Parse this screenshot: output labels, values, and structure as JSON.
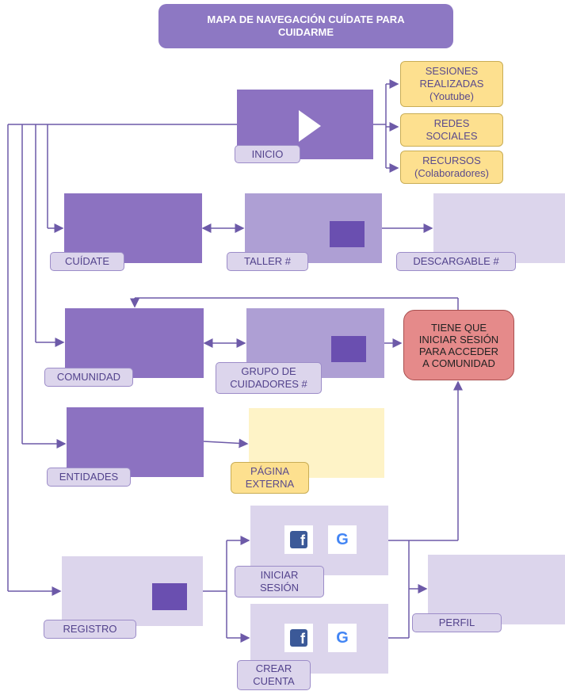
{
  "title": "MAPA DE NAVEGACIÓN CUÍDATE PARA CUIDARME",
  "nodes": {
    "inicio": "INICIO",
    "sesiones": "SESIONES\nREALIZADAS\n(Youtube)",
    "redes": "REDES\nSOCIALES",
    "recursos": "RECURSOS\n(Colaboradores)",
    "cuidate": "CUÍDATE",
    "taller": "TALLER #",
    "descargable": "DESCARGABLE #",
    "comunidad": "COMUNIDAD",
    "grupo": "GRUPO DE\nCUIDADORES #",
    "notice": "TIENE QUE\nINICIAR SESIÓN\nPARA ACCEDER\nA COMUNIDAD",
    "entidades": "ENTIDADES",
    "pagina": "PÁGINA\nEXTERNA",
    "registro": "REGISTRO",
    "iniciar": "INICIAR\nSESIÓN",
    "crear": "CREAR\nCUENTA",
    "perfil": "PERFIL"
  },
  "icons": {
    "facebook_glyph": "f",
    "google_glyph": "G"
  },
  "colors": {
    "dark_box": "#8c72c1",
    "mid_box": "#ae9fd4",
    "light_box": "#dcd5ec",
    "external_box": "#fef3c7",
    "yellow_label": "#fde08f",
    "notice_box": "#e58a8a",
    "connector": "#6d5aa8"
  }
}
